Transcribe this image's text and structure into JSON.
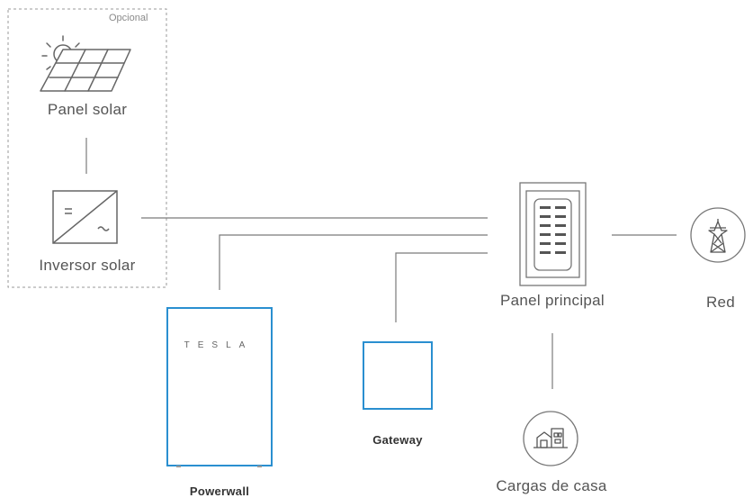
{
  "optional_label": "Opcional",
  "nodes": {
    "solar_panel": "Panel solar",
    "inverter": "Inversor solar",
    "powerwall": "Powerwall",
    "powerwall_brand": "TESLA",
    "gateway": "Gateway",
    "main_panel": "Panel principal",
    "grid": "Red",
    "home_loads": "Cargas de casa"
  },
  "colors": {
    "line": "#7a7a7a",
    "dashed_border": "#9a9a9a",
    "accent_blue": "#2a8fd0",
    "breaker_dark": "#555555"
  }
}
